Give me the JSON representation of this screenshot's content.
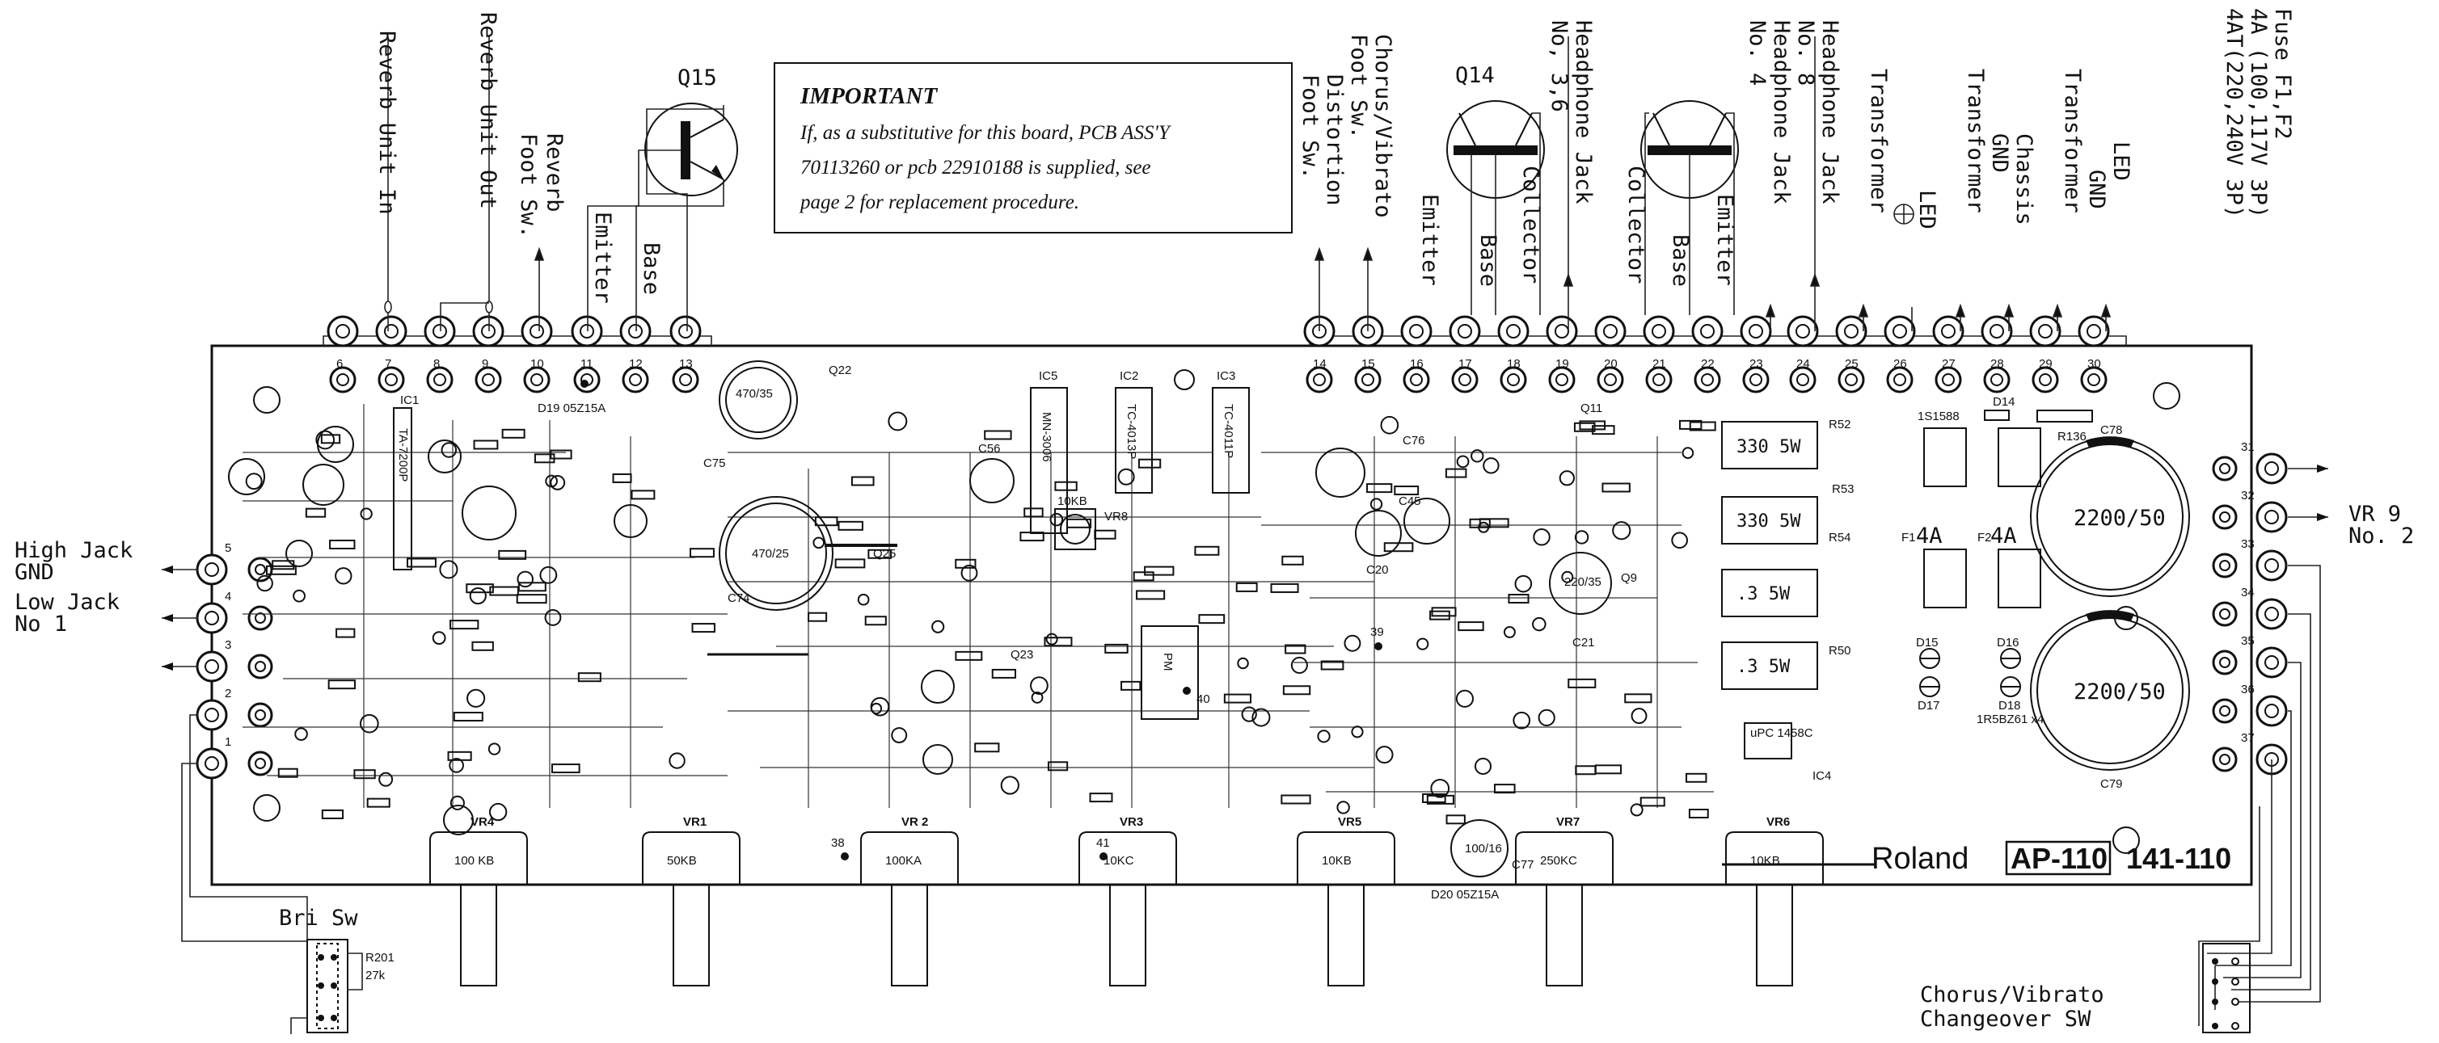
{
  "note": {
    "title": "IMPORTANT",
    "line1": "If, as a substitutive for this board, PCB ASS'Y",
    "line2": "70113260 or pcb 22910188  is supplied, see",
    "line3": "page 2 for replacement procedure."
  },
  "transistors": {
    "q15": "Q15",
    "q14": "Q14"
  },
  "top_labels": [
    {
      "id": "reverb-in",
      "text": "Reverb Unit In"
    },
    {
      "id": "reverb-out",
      "text": "Reverb Unit Out"
    },
    {
      "id": "reverb-foot-1",
      "text": "Reverb"
    },
    {
      "id": "reverb-foot-2",
      "text": "Foot Sw."
    },
    {
      "id": "q15-emitter",
      "text": "Emitter"
    },
    {
      "id": "q15-base",
      "text": "Base"
    },
    {
      "id": "chorus-foot-1",
      "text": "Chorus/Vibrato"
    },
    {
      "id": "chorus-foot-2",
      "text": "Foot Sw."
    },
    {
      "id": "dist-foot-1",
      "text": "Distortion"
    },
    {
      "id": "dist-foot-2",
      "text": "Foot Sw."
    },
    {
      "id": "q14-emitter-l",
      "text": "Emitter"
    },
    {
      "id": "q14-base-l",
      "text": "Base"
    },
    {
      "id": "q14-collector-l",
      "text": "Collector"
    },
    {
      "id": "hp-36-1",
      "text": "Headphone Jack"
    },
    {
      "id": "hp-36-2",
      "text": "No, 3,6"
    },
    {
      "id": "q14-collector-r",
      "text": "Collector"
    },
    {
      "id": "q14-base-r",
      "text": "Base"
    },
    {
      "id": "q14-emitter-r",
      "text": "Emitter"
    },
    {
      "id": "hp-48-1",
      "text": "Headphone Jack"
    },
    {
      "id": "hp-48-2",
      "text": "No. 8"
    },
    {
      "id": "hp-48-3",
      "text": "Headphone Jack"
    },
    {
      "id": "hp-48-4",
      "text": "No. 4"
    },
    {
      "id": "transformer-plus",
      "text": "Transformer"
    },
    {
      "id": "led-1",
      "text": "LED"
    },
    {
      "id": "transformer-2",
      "text": "Transformer"
    },
    {
      "id": "chassis-1",
      "text": "Chassis"
    },
    {
      "id": "chassis-2",
      "text": "GND"
    },
    {
      "id": "transformer-3",
      "text": "Transformer"
    },
    {
      "id": "led-gnd-1",
      "text": "LED"
    },
    {
      "id": "led-gnd-2",
      "text": "GND"
    },
    {
      "id": "fuse-1",
      "text": "Fuse F1,F2"
    },
    {
      "id": "fuse-2",
      "text": "4A (100,117V 3P)"
    },
    {
      "id": "fuse-3",
      "text": "4AT(220,240V 3P)"
    }
  ],
  "top_pins": [
    "6",
    "7",
    "8",
    "9",
    "10",
    "11",
    "12",
    "13",
    "14",
    "15",
    "16",
    "17",
    "18",
    "19",
    "20",
    "21",
    "22",
    "23",
    "24",
    "25",
    "26",
    "27",
    "28",
    "29",
    "30"
  ],
  "left_pins": [
    "5",
    "4",
    "3",
    "2",
    "1"
  ],
  "right_pins": [
    "31",
    "32",
    "33",
    "34",
    "35",
    "36",
    "37"
  ],
  "left_labels": {
    "high_jack": "High Jack",
    "gnd": "GND",
    "low_jack": "Low Jack",
    "no1": "No 1"
  },
  "right_labels": {
    "vr9": "VR 9",
    "no2": "No. 2"
  },
  "bri_sw": {
    "label": "Bri Sw",
    "r_name": "R201",
    "r_value": "27k"
  },
  "chorus_sw": {
    "line1": "Chorus/Vibrato",
    "line2": "Changeover SW"
  },
  "pots": [
    {
      "id": "vr4",
      "name": "VR4",
      "value": "100 KB"
    },
    {
      "id": "vr1",
      "name": "VR1",
      "value": "50KB"
    },
    {
      "id": "vr2",
      "name": "VR 2",
      "value": "100KA"
    },
    {
      "id": "vr3",
      "name": "VR3",
      "value": "10KC"
    },
    {
      "id": "vr5",
      "name": "VR5",
      "value": "10KB"
    },
    {
      "id": "vr7",
      "name": "VR7",
      "value": "250KC"
    },
    {
      "id": "vr6",
      "name": "VR6",
      "value": "10KB"
    }
  ],
  "branding": {
    "brand": "Roland",
    "model": "AP-110",
    "part": "141-110"
  },
  "components": {
    "ic5_name": "IC5",
    "ic5_part": "MN-3006",
    "ic2_name": "IC2",
    "ic2_part": "TC-4013P",
    "ic3_name": "IC3",
    "ic3_part": "TC-4011P",
    "ic1_name": "IC1",
    "ic1_part": "TA-7200P",
    "ic4_name": "IC4",
    "ic4_part": "uPC 1458C",
    "c74": "C74",
    "c74_val": "470/25",
    "c75": "C75",
    "c75_val": "470/35",
    "c21": "C21",
    "c21_val": "220/35",
    "c78": "C78",
    "c78_val": "2200/50",
    "c79": "C79",
    "c79_val": "2200/50",
    "c77": "C77",
    "c77_val": "100/16",
    "r52": "R52",
    "r52_val": "330  5W",
    "r53": "R53",
    "r53_val": "330  5W",
    "r54": "R54",
    "r54_val": ".3   5W",
    "r50": "R50",
    "r50_val": ".3   5W",
    "f1": "F1",
    "f1_val": "4A",
    "f2": "F2",
    "f2_val": "4A",
    "d14": "D14",
    "d14_val": "1S1588",
    "r136": "R136",
    "diodes": "1R5BZ61 x4",
    "d15": "D15",
    "d16": "D16",
    "d17": "D17",
    "d18": "D18",
    "d20": "D20  05Z15A",
    "d19": "D19  05Z15A",
    "vr8": "VR8",
    "vr8_val": "10KB",
    "pm": "PM",
    "q22": "Q22",
    "q25": "Q25",
    "q23": "Q23",
    "q11": "Q11",
    "q9": "Q9",
    "c45": "C45",
    "c20": "C20",
    "c76": "C76",
    "c56": "C56",
    "pt38": "38",
    "pt39": "39",
    "pt40": "40",
    "pt41": "41"
  }
}
